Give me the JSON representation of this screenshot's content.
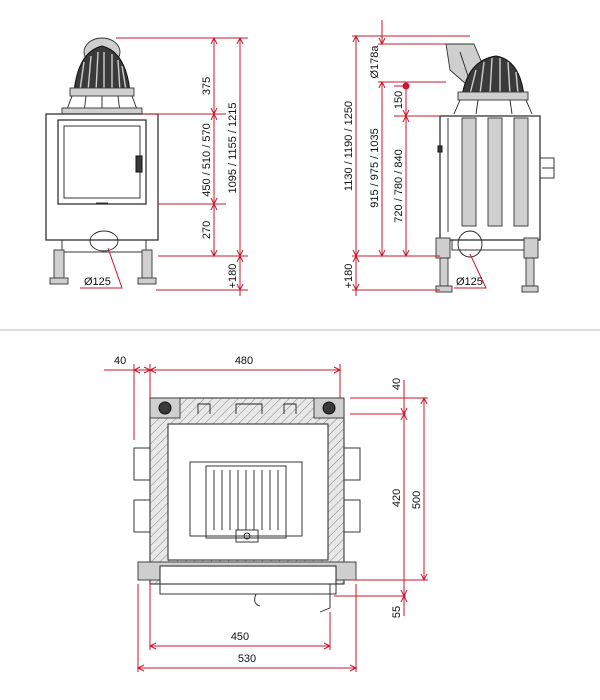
{
  "front_view": {
    "dims": {
      "d375": "375",
      "d450_570": "450 / 510 / 570",
      "d270": "270",
      "d1095_1215": "1095 / 1155 / 1215",
      "d180": "+180",
      "pipe": "Ø125"
    }
  },
  "side_view": {
    "dims": {
      "d1130_1250": "1130 / 1190 / 1250",
      "d915_1035": "915 / 975 / 1035",
      "d720_840": "720 / 780 / 840",
      "d178": "Ø178a",
      "d150": "150",
      "d180": "+180",
      "pipe": "Ø125"
    }
  },
  "top_view": {
    "dims": {
      "d40_left": "40",
      "d480": "480",
      "d40_right": "40",
      "d420": "420",
      "d500": "500",
      "d55": "55",
      "d450": "450",
      "d530": "530"
    }
  }
}
